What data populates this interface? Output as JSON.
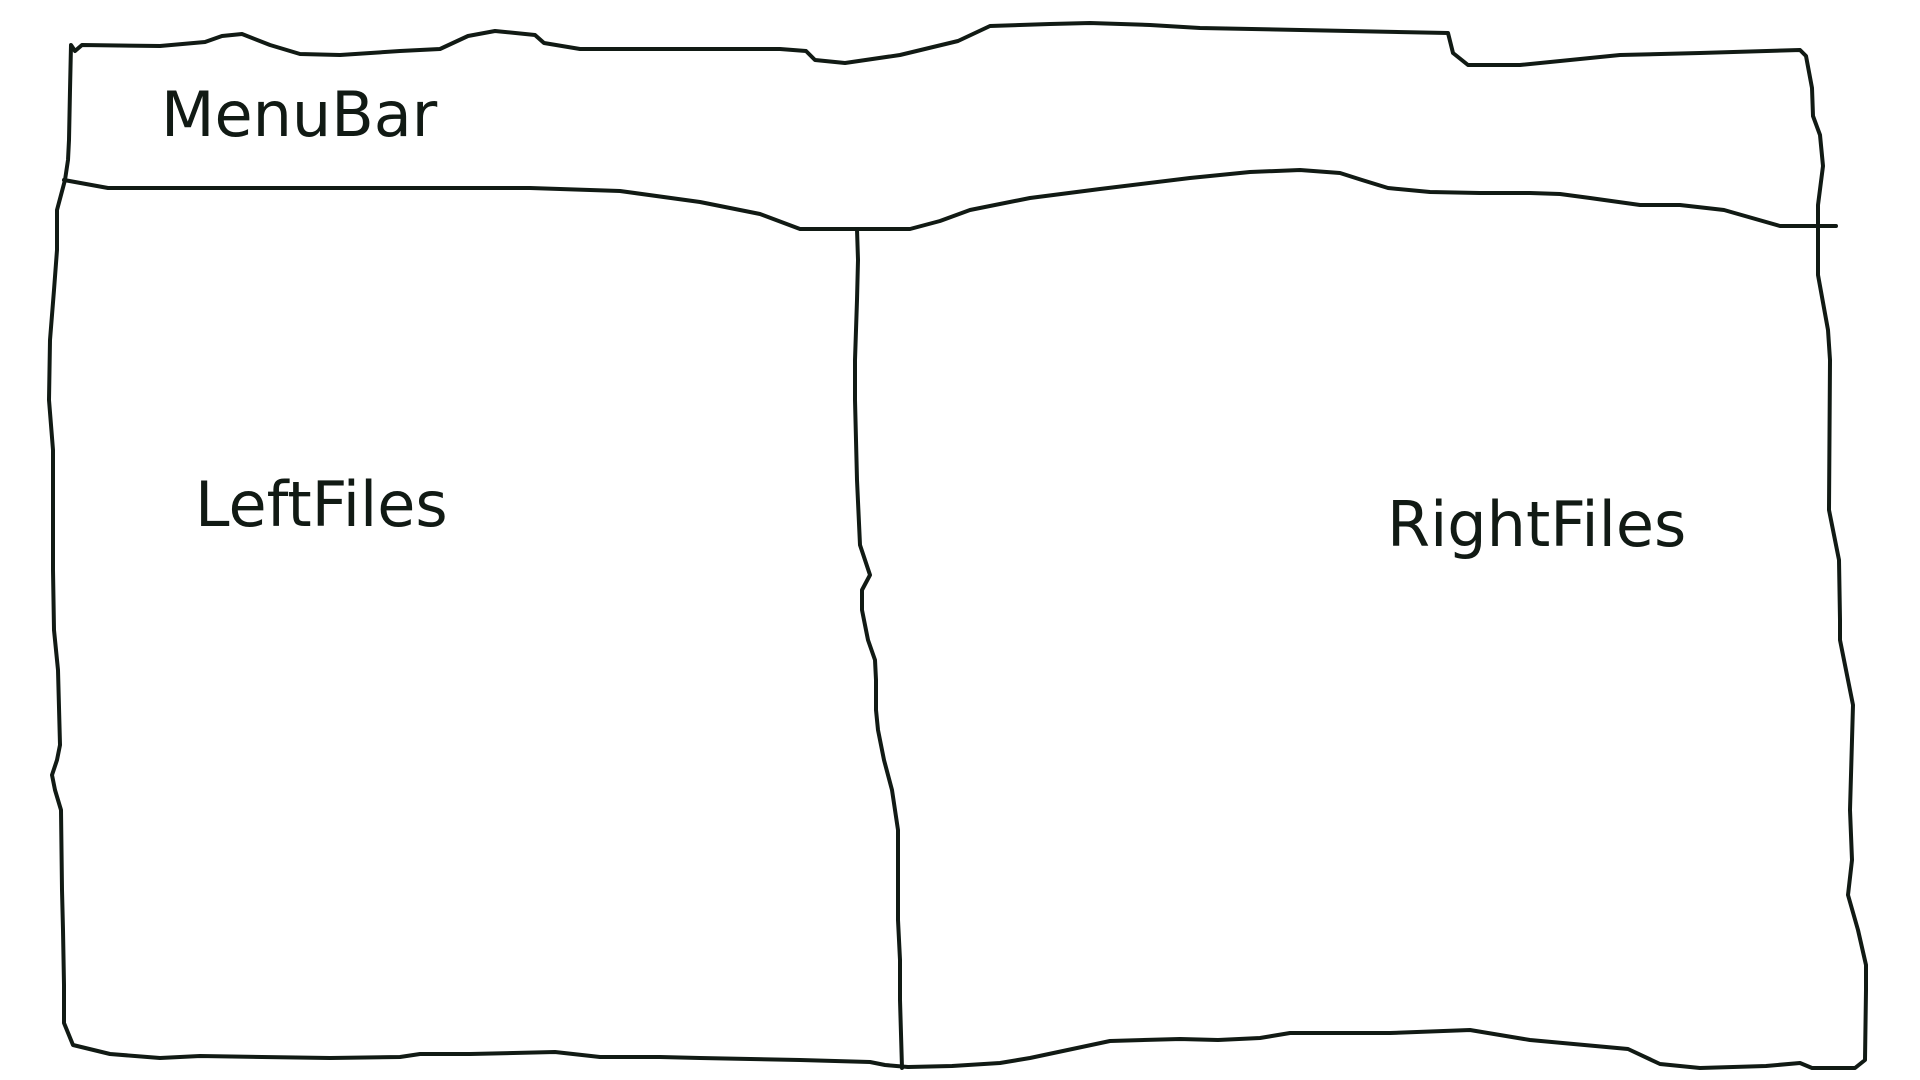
{
  "diagram": {
    "stroke_color": "#111a14",
    "background_color": "#ffffff",
    "regions": {
      "menu_bar": {
        "label": "MenuBar"
      },
      "left_files": {
        "label": "LeftFiles"
      },
      "right_files": {
        "label": "RightFiles"
      }
    }
  }
}
